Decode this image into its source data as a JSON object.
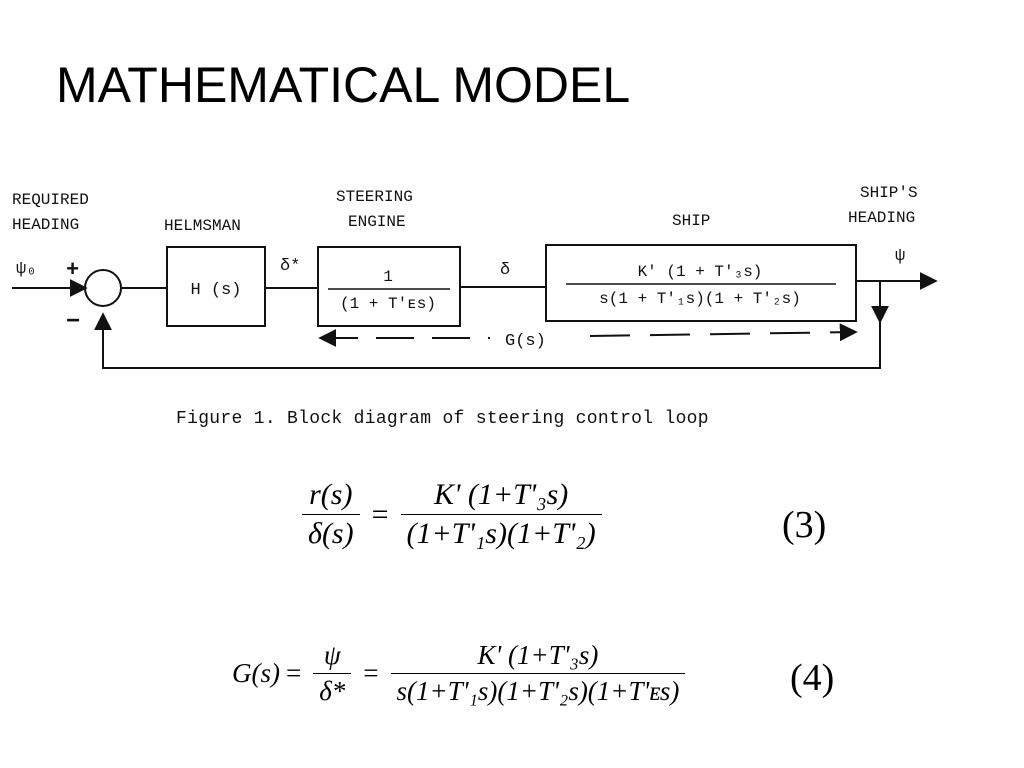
{
  "slide": {
    "title": "MATHEMATICAL MODEL"
  },
  "diagram": {
    "labels": {
      "required_heading_1": "REQUIRED",
      "required_heading_2": "HEADING",
      "helmsman": "HELMSMAN",
      "steering_1": "STEERING",
      "steering_2": "ENGINE",
      "ship": "SHIP",
      "ships_heading_1": "SHIP'S",
      "ships_heading_2": "HEADING",
      "psi0": "ψ₀",
      "plus": "+",
      "minus": "−",
      "delta_star": "δ*",
      "delta": "δ",
      "psi": "ψ",
      "gs": "G(s)"
    },
    "blocks": {
      "helmsman_tf": "H (s)",
      "steering_num": "1",
      "steering_den": "(1 + T'ᴇs)",
      "ship_num": "K'  (1 + T'₃s)",
      "ship_den": "s(1 + T'₁s)(1 + T'₂s)"
    },
    "caption": "Figure 1.  Block diagram of steering control loop"
  },
  "equations": {
    "eq3": {
      "lhs_num": "r(s)",
      "lhs_den": "δ(s)",
      "rhs_num": "K' (1+T'₃s)",
      "rhs_den": "(1+T'₁s)(1+T'₂)",
      "number": "(3)"
    },
    "eq4": {
      "lhs": "G(s)",
      "mid_num": "ψ",
      "mid_den": "δ*",
      "rhs_num": "K' (1+T'₃s)",
      "rhs_den": "s(1+T'₁s)(1+T'₂s)(1+T'ᴇs)",
      "number": "(4)"
    }
  }
}
